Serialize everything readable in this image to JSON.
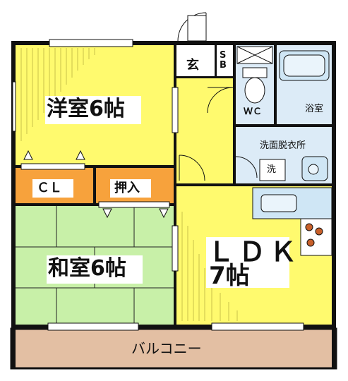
{
  "colors": {
    "bedroom_fill": "#fffa6e",
    "tatami_fill": "#c8f0a8",
    "storage_fill": "#f7a23c",
    "ldk_fill": "#fffa6e",
    "wet_fill": "#dcebf7",
    "balcony_fill": "#e3bfa3",
    "wall": "#111111"
  },
  "rooms": {
    "western_room": "洋室6帖",
    "japanese_room": "和室6帖",
    "closet": "ＣＬ",
    "oshiire": "押入",
    "entrance": "玄",
    "shoe_box": "S\nB",
    "toilet": "ＷＣ",
    "bath": "浴室",
    "washroom": "洗面脱衣所",
    "washer": "洗",
    "ldk_line1": "ＬＤＫ",
    "ldk_line2": "7帖",
    "balcony": "バルコニー"
  }
}
